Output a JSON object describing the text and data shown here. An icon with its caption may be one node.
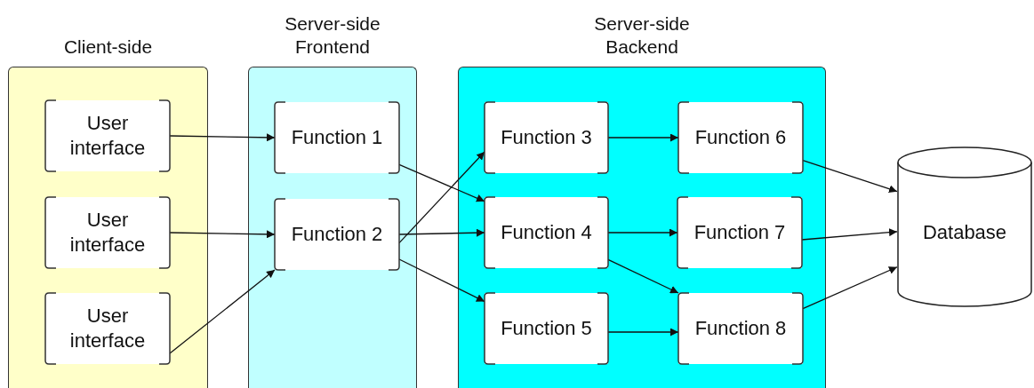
{
  "diagram": {
    "nodes": [
      {
        "text": [
          "Client-side"
        ]
      },
      {
        "text": [
          "Server-side Frontend"
        ]
      },
      {
        "text": [
          "Server-side Backend"
        ]
      },
      {
        "text": [
          "User interface"
        ],
        "in": 0
      },
      {
        "text": [
          "User interface"
        ],
        "in": 0
      },
      {
        "text": [
          "User interface"
        ],
        "in": 0
      },
      {
        "text": [
          "Function 1"
        ],
        "in": 1
      },
      {
        "text": [
          "Function 2"
        ],
        "in": 1
      },
      {
        "text": [
          "Function 3"
        ],
        "in": 2
      },
      {
        "text": [
          "Function 4"
        ],
        "in": 2
      },
      {
        "text": [
          "Function 5"
        ],
        "in": 2
      },
      {
        "text": [
          "Function 6"
        ],
        "in": 2
      },
      {
        "text": [
          "Function 7"
        ],
        "in": 2
      },
      {
        "text": [
          "Function 8"
        ],
        "in": 2
      },
      {
        "text": [
          "Database"
        ]
      }
    ],
    "edges": [
      {
        "from": 3,
        "to": 6,
        "arrow": "to"
      },
      {
        "from": 4,
        "to": 7,
        "arrow": "to"
      },
      {
        "from": 5,
        "to": 7,
        "arrow": "to"
      },
      {
        "from": 6,
        "to": 9,
        "arrow": "to"
      },
      {
        "from": 7,
        "to": 8,
        "arrow": "to"
      },
      {
        "from": 7,
        "to": 9,
        "arrow": "to"
      },
      {
        "from": 7,
        "to": 10,
        "arrow": "to"
      },
      {
        "from": 8,
        "to": 11,
        "arrow": "to"
      },
      {
        "from": 9,
        "to": 12,
        "arrow": "to"
      },
      {
        "from": 9,
        "to": 13,
        "arrow": "to"
      },
      {
        "from": 10,
        "to": 13,
        "arrow": "to"
      },
      {
        "from": 11,
        "to": 14,
        "arrow": "to"
      },
      {
        "from": 12,
        "to": 14,
        "arrow": "to"
      },
      {
        "from": 13,
        "to": 14,
        "arrow": "to"
      }
    ]
  }
}
